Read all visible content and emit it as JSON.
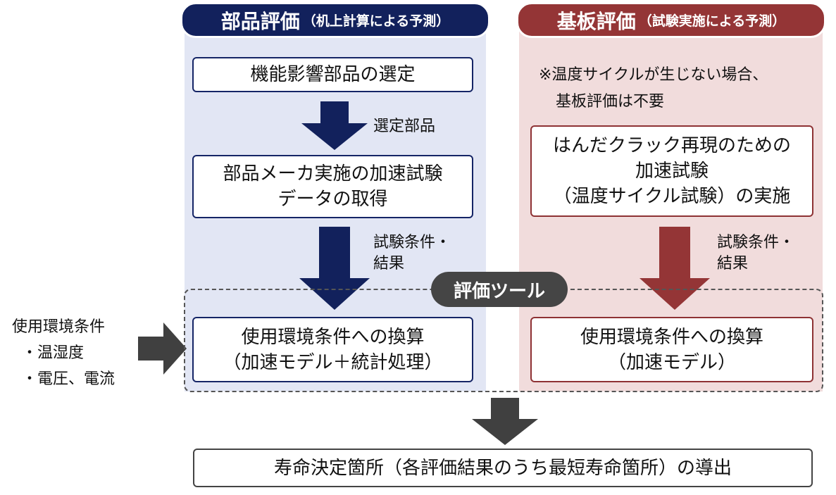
{
  "colors": {
    "left_panel_bg": "#e2e6f4",
    "left_accent": "#12215c",
    "right_panel_bg": "#f1dcdc",
    "right_accent": "#943536",
    "tool_gray": "#454545"
  },
  "left": {
    "title_main": "部品評価",
    "title_sub": "（机上計算による予測）",
    "box1": "機能影響部品の選定",
    "arrow1_label": "選定部品",
    "box2_line1": "部品メーカ実施の加速試験",
    "box2_line2": "データの取得",
    "arrow2_label_line1": "試験条件・",
    "arrow2_label_line2": "結果",
    "box3_line1": "使用環境条件への換算",
    "box3_line2": "（加速モデル＋統計処理）"
  },
  "right": {
    "title_main": "基板評価",
    "title_sub": "（試験実施による予測）",
    "note_line1": "※温度サイクルが生じない場合、",
    "note_line2": "基板評価は不要",
    "box1_line1": "はんだクラック再現のための",
    "box1_line2": "加速試験",
    "box1_line3": "（温度サイクル試験）の実施",
    "arrow_label_line1": "試験条件・",
    "arrow_label_line2": "結果",
    "box2_line1": "使用環境条件への換算",
    "box2_line2": "（加速モデル）"
  },
  "tool_label": "評価ツール",
  "input": {
    "title": "使用環境条件",
    "item1": "・温湿度",
    "item2": "・電圧、電流"
  },
  "output": {
    "text": "寿命決定箇所（各評価結果のうち最短寿命箇所）の導出"
  }
}
